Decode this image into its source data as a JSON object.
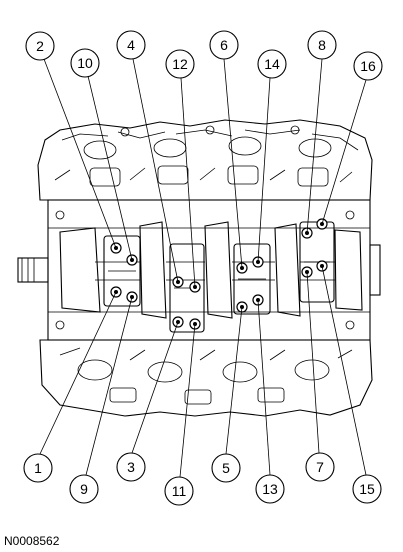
{
  "figure_code": "N0008562",
  "callouts": [
    {
      "label": "2"
    },
    {
      "label": "10"
    },
    {
      "label": "4"
    },
    {
      "label": "12"
    },
    {
      "label": "6"
    },
    {
      "label": "14"
    },
    {
      "label": "8"
    },
    {
      "label": "16"
    },
    {
      "label": "1"
    },
    {
      "label": "9"
    },
    {
      "label": "3"
    },
    {
      "label": "11"
    },
    {
      "label": "5"
    },
    {
      "label": "13"
    },
    {
      "label": "7"
    },
    {
      "label": "15"
    }
  ]
}
